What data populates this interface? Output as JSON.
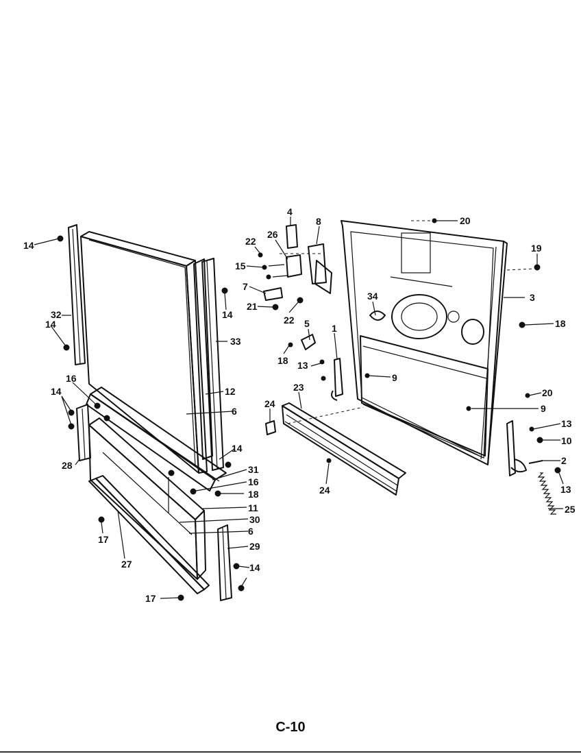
{
  "page": {
    "label": "C-10"
  },
  "callouts": {
    "c4": "4",
    "c8": "8",
    "c20a": "20",
    "c22a": "22",
    "c26": "26",
    "c19": "19",
    "c15": "15",
    "c7": "7",
    "c3": "3",
    "c34": "34",
    "c21": "21",
    "c22b": "22",
    "c18a": "18",
    "c5": "5",
    "c1": "1",
    "c18b": "18",
    "c13a": "13",
    "c9a": "9",
    "c23": "23",
    "c20b": "20",
    "c24a": "24",
    "c9b": "9",
    "c13b": "13",
    "c10": "10",
    "c2": "2",
    "c13c": "13",
    "c24b": "24",
    "c25": "25",
    "c14a": "14",
    "c32": "32",
    "c14b": "14",
    "c14c": "14",
    "c33": "33",
    "c12": "12",
    "c16a": "16",
    "c6a": "6",
    "c14d": "14",
    "c28": "28",
    "c14e": "14",
    "c31": "31",
    "c16b": "16",
    "c18c": "18",
    "c11": "11",
    "c30": "30",
    "c6b": "6",
    "c17a": "17",
    "c29": "29",
    "c27": "27",
    "c14f": "14",
    "c17b": "17"
  }
}
